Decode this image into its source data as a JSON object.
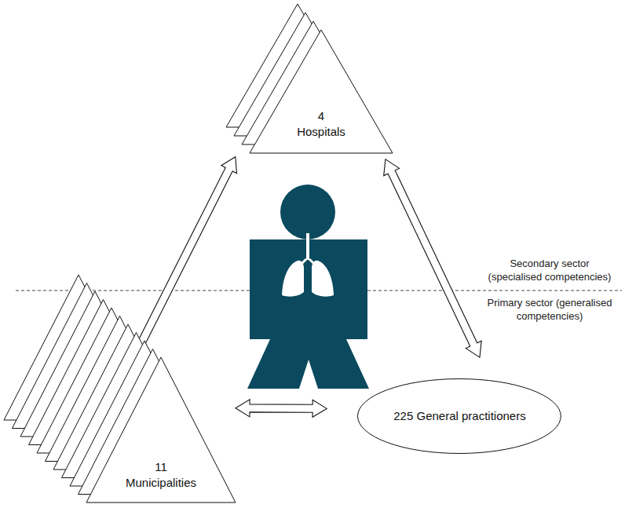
{
  "diagram": {
    "nodes": [
      {
        "text": [
          "4 Hospitals"
        ]
      },
      {
        "text": [
          "11 Municipalities"
        ]
      },
      {
        "text": [
          "225 General practitioners"
        ]
      }
    ],
    "edges": [
      {
        "from": 0,
        "to": 1,
        "arrow": "both"
      },
      {
        "from": 0,
        "to": 2,
        "arrow": "both"
      },
      {
        "from": 1,
        "to": 2,
        "arrow": "both"
      }
    ],
    "labels": [
      "Secondary sector (specialised competencies)",
      "Primary sector (generalised competencies)"
    ]
  }
}
